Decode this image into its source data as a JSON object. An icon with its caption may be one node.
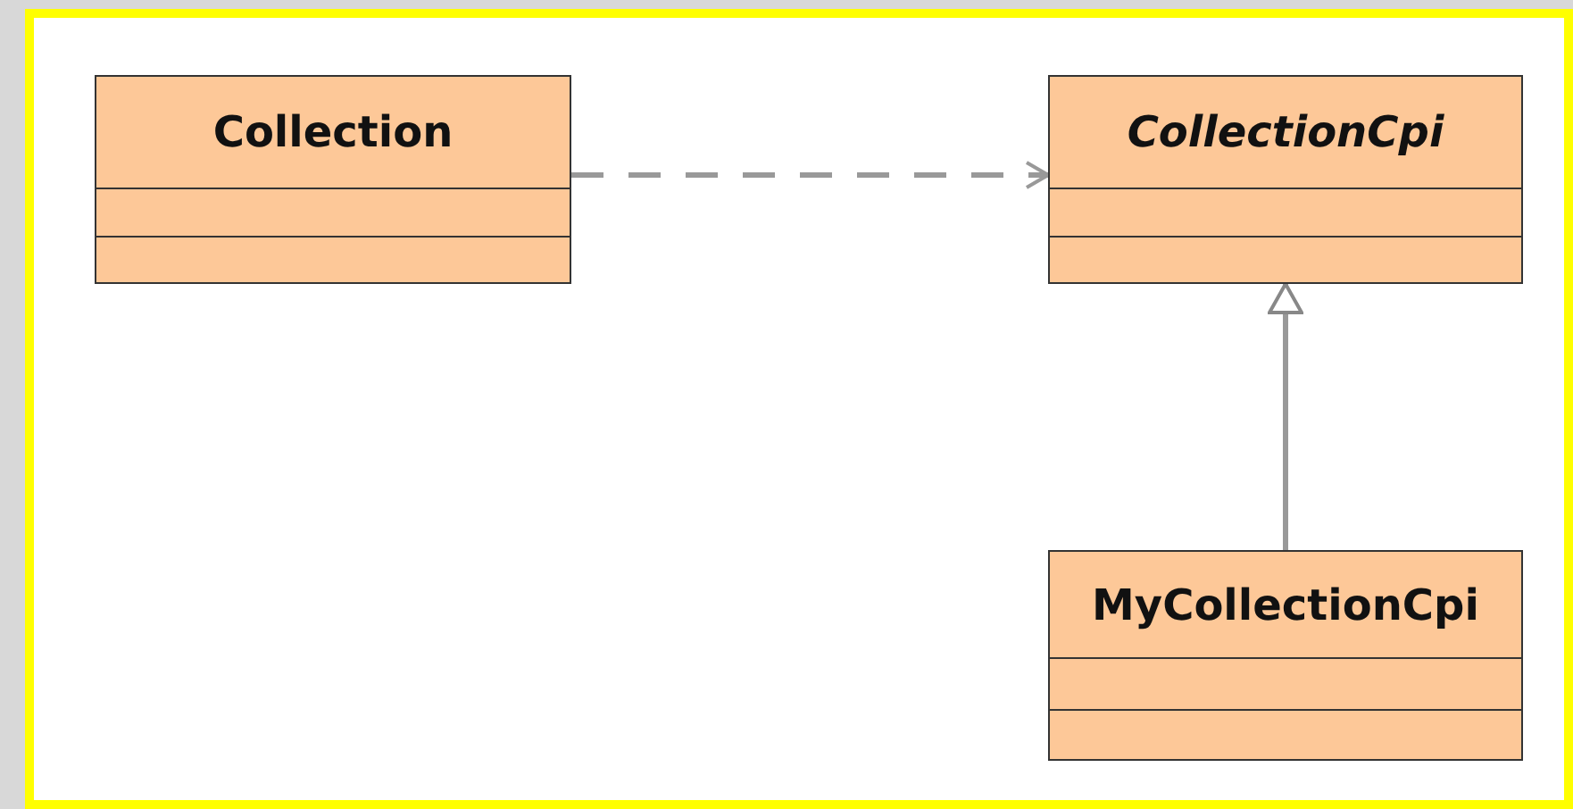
{
  "diagram": {
    "nodes": [
      {
        "text": [
          "Collection"
        ]
      },
      {
        "text": [
          "CollectionCpi"
        ]
      },
      {
        "text": [
          "MyCollectionCpi"
        ]
      }
    ],
    "edges": [
      {
        "from": 0,
        "to": 1,
        "arrow": "to",
        "style": "dashed"
      },
      {
        "from": 2,
        "to": 1,
        "arrow": "to"
      }
    ]
  }
}
